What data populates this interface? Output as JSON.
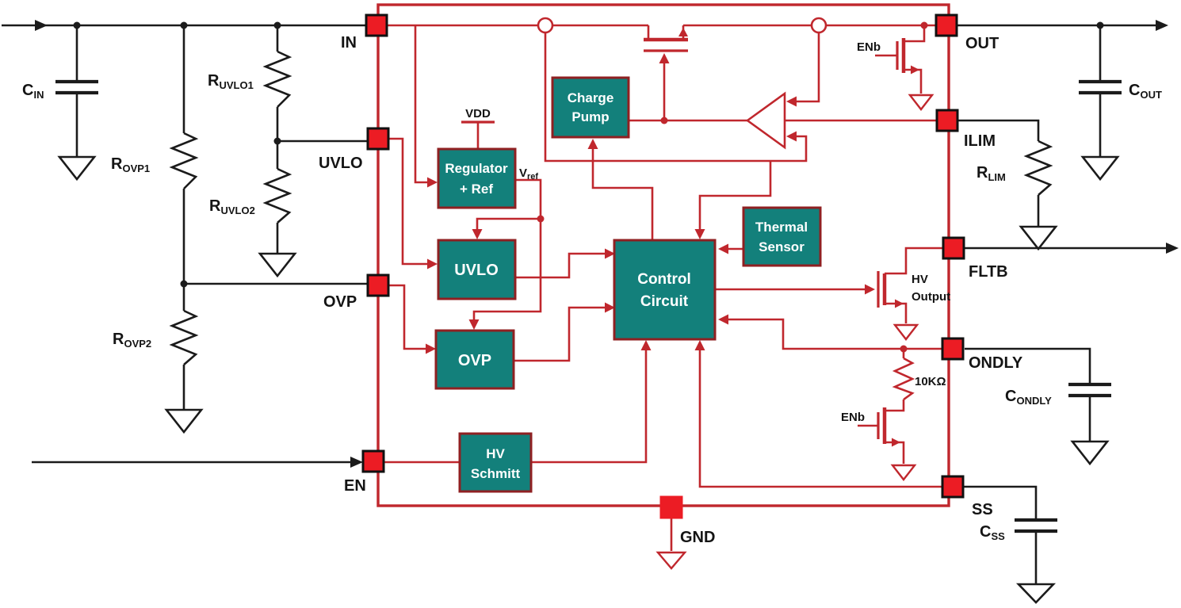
{
  "colors": {
    "wire_red": "#c0272d",
    "pin_red": "#ec1c24",
    "block_fill": "#13807b",
    "block_border": "#8f2022",
    "wire_black": "#1b1b1b",
    "label_black": "#141414",
    "block_text": "#ffffff",
    "background": "#ffffff"
  },
  "ic": {
    "pins": {
      "in": "IN",
      "uvlo": "UVLO",
      "ovp": "OVP",
      "en": "EN",
      "out": "OUT",
      "ilim": "ILIM",
      "fltb": "FLTB",
      "ondly": "ONDLY",
      "ss": "SS",
      "gnd": "GND"
    },
    "blocks": {
      "charge_pump": {
        "line1": "Charge",
        "line2": "Pump"
      },
      "regulator": {
        "line1": "Regulator",
        "line2": "+ Ref"
      },
      "uvlo": {
        "label": "UVLO"
      },
      "ovp": {
        "label": "OVP"
      },
      "control": {
        "line1": "Control",
        "line2": "Circuit"
      },
      "thermal_sensor": {
        "line1": "Thermal",
        "line2": "Sensor"
      },
      "hv_schmitt": {
        "line1": "HV",
        "line2": "Schmitt"
      }
    },
    "labels": {
      "vdd": "VDD",
      "vref_main": "V",
      "vref_sub": "ref",
      "enb_top": "ENb",
      "enb_bottom": "ENb",
      "hv_output_line1": "HV",
      "hv_output_line2": "Output",
      "resistor_10k": "10KΩ"
    }
  },
  "external": {
    "cin": {
      "main": "C",
      "sub": "IN"
    },
    "rovp1": {
      "main": "R",
      "sub": "OVP1"
    },
    "ruvlo1": {
      "main": "R",
      "sub": "UVLO1"
    },
    "ruvlo2": {
      "main": "R",
      "sub": "UVLO2"
    },
    "rovp2": {
      "main": "R",
      "sub": "OVP2"
    },
    "cout": {
      "main": "C",
      "sub": "OUT"
    },
    "rlim": {
      "main": "R",
      "sub": "LIM"
    },
    "condly": {
      "main": "C",
      "sub": "ONDLY"
    },
    "css": {
      "main": "C",
      "sub": "SS"
    }
  }
}
